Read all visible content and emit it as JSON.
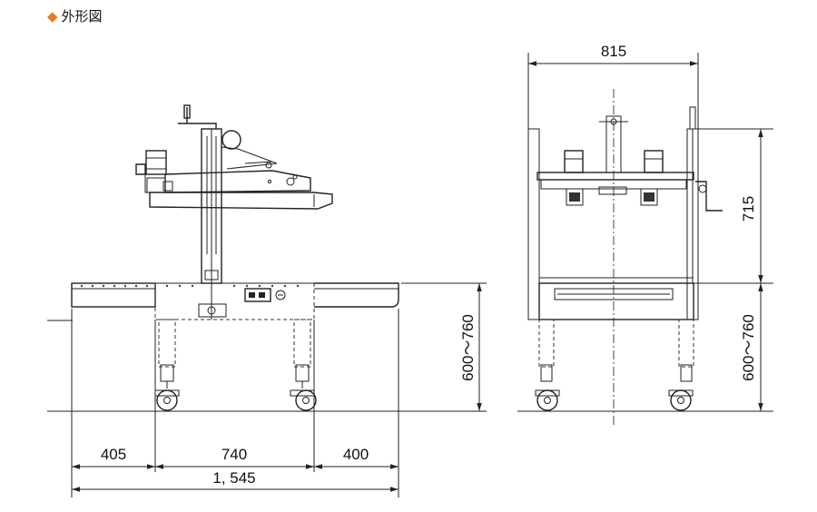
{
  "header": {
    "title": "外形図",
    "bullet_icon": "orange-diamond-icon",
    "bullet_color": "#e87a1e"
  },
  "dimensions": {
    "width_left": "405",
    "width_center": "740",
    "width_right": "400",
    "total_length": "1, 545",
    "table_height_front": "600～760",
    "side_width": "815",
    "head_height": "715",
    "table_height_side": "600～760"
  }
}
